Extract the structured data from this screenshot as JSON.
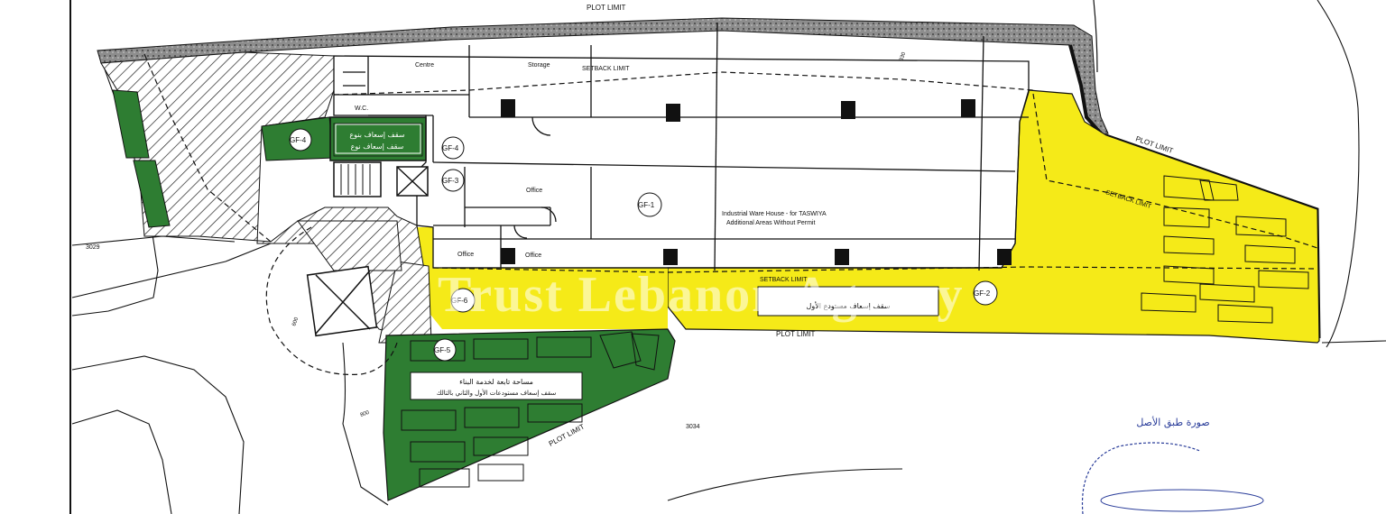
{
  "labels": {
    "plot_limit_top": "PLOT LIMIT",
    "plot_limit_right": "PLOT LIMIT",
    "plot_limit_bottom": "PLOT LIMIT",
    "plot_limit_left": "PLOT LIMIT",
    "setback_top": "SETBACK LIMIT",
    "setback_right": "SETBACK LIMIT",
    "setback_bottom": "SETBACK LIMIT",
    "centre": "Centre",
    "storage": "Storage",
    "wc": "W.C.",
    "office_1": "Office",
    "office_2": "Office",
    "office_3": "Office",
    "warehouse_title": "Industrial Ware House - for TASWIYA",
    "warehouse_sub": "Additional Areas Without Permit",
    "gf1": "GF-1",
    "gf2": "GF-2",
    "gf3": "GF-3",
    "gf4a": "GF-4",
    "gf4b": "GF-4",
    "gf5": "GF-5",
    "gf6": "GF-6",
    "plot_3029": "3029",
    "plot_3034": "3034",
    "num_330": "330",
    "num_600": "600",
    "num_800": "800",
    "watermark": "Trust Lebanon Agency",
    "arabic_green_top_1": "سقف إسعاف بنوع",
    "arabic_green_top_2": "سقف إسعاف نوع",
    "arabic_green_bottom_1": "مساحة تابعة لخدمة البناء",
    "arabic_green_bottom_2": "سقف إسعاف مستودعات الأول والثاني بالتالك",
    "arabic_yellow": "سقف إسعاف مستودع الأول",
    "arabic_stamp": "صورة طبق الأصل"
  },
  "colors": {
    "green_zone": "#2e7d32",
    "yellow_zone": "#f5ea18",
    "hatch": "#222222",
    "background": "#ffffff"
  }
}
